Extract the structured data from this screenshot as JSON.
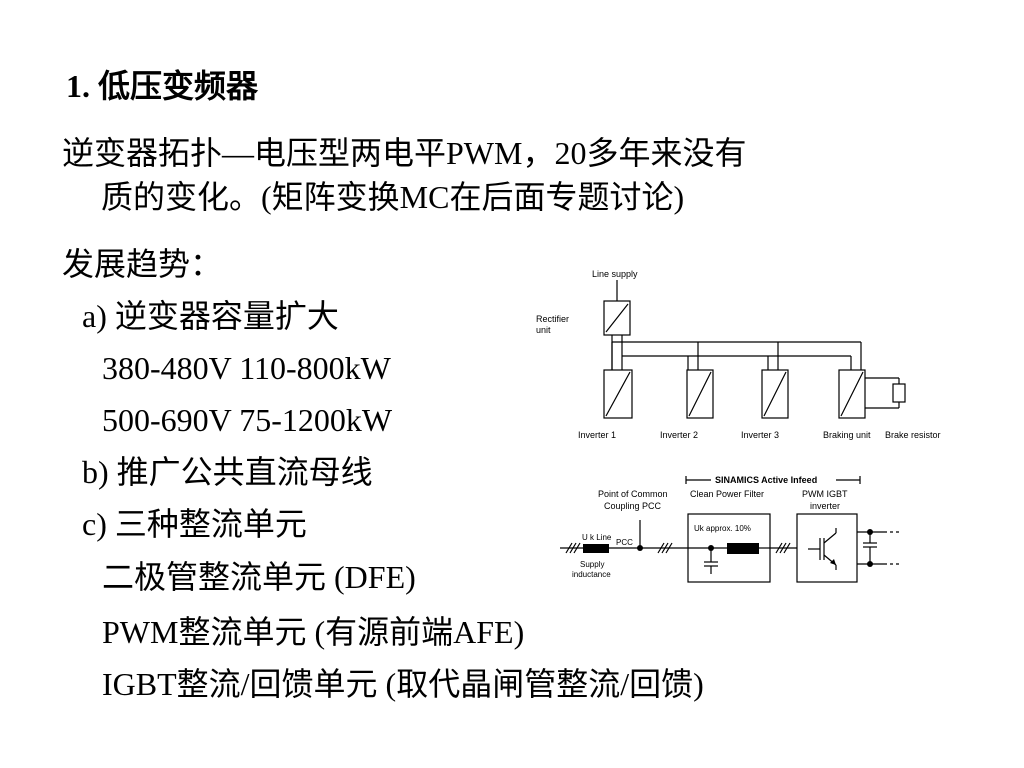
{
  "slide": {
    "heading": "1.  低压变频器",
    "para_line1": "逆变器拓扑—电压型两电平PWM，20多年来没有",
    "para_line2": "质的变化。(矩阵变换MC在后面专题讨论)",
    "trend_title": "发展趋势：",
    "items": [
      "a)  逆变器容量扩大",
      "380-480V    110-800kW",
      "500-690V    75-1200kW",
      "b)  推广公共直流母线",
      "c)  三种整流单元",
      "二极管整流单元 (DFE)",
      "PWM整流单元 (有源前端AFE)",
      "IGBT整流/回馈单元 (取代晶闸管整流/回馈)"
    ]
  },
  "diagram_top": {
    "line_supply": "Line supply",
    "rectifier_l1": "Rectifier",
    "rectifier_l2": "unit",
    "inverter1": "Inverter 1",
    "inverter2": "Inverter 2",
    "inverter3": "Inverter 3",
    "braking_unit": "Braking unit",
    "brake_resistor": "Brake resistor"
  },
  "diagram_bottom": {
    "sinamics": "SINAMICS  Active  Infeed",
    "pcc_l1": "Point of Common",
    "pcc_l2": "Coupling PCC",
    "filter": "Clean Power Filter",
    "igbt_l1": "PWM IGBT",
    "igbt_l2": "inverter",
    "uk_line": "U k Line",
    "pcc": "PCC",
    "uk_approx": "Uk approx. 10%",
    "supply_l1": "Supply",
    "supply_l2": "inductance"
  }
}
